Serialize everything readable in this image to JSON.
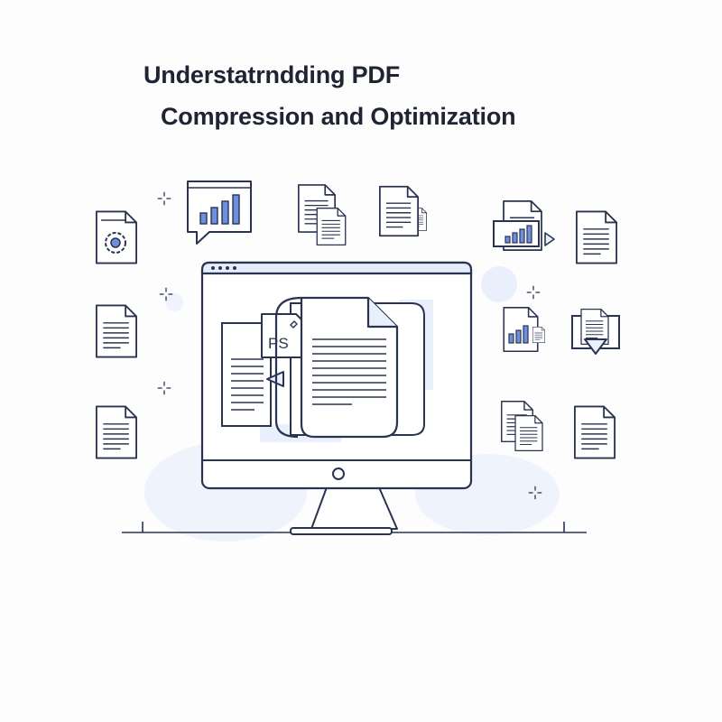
{
  "title": {
    "line1": "Understatrndding PDF",
    "line2": "Compression and Optimization"
  },
  "overlay_label": "PS",
  "colors": {
    "stroke": "#2a3450",
    "accent_blue": "#6d8fe0",
    "light_blue": "#e9f0fb",
    "screen_header": "#e5edfb",
    "background": "#fdfdfe"
  },
  "icons": [
    "document-gear-icon",
    "chat-bar-chart-icon",
    "stacked-documents-icon",
    "stacked-documents-icon",
    "compress-chart-document-icon",
    "document-icon",
    "document-icon",
    "chart-document-icon",
    "document-download-icon",
    "document-icon",
    "stacked-documents-icon",
    "document-icon",
    "monitor-icon",
    "sparkle-icon"
  ]
}
